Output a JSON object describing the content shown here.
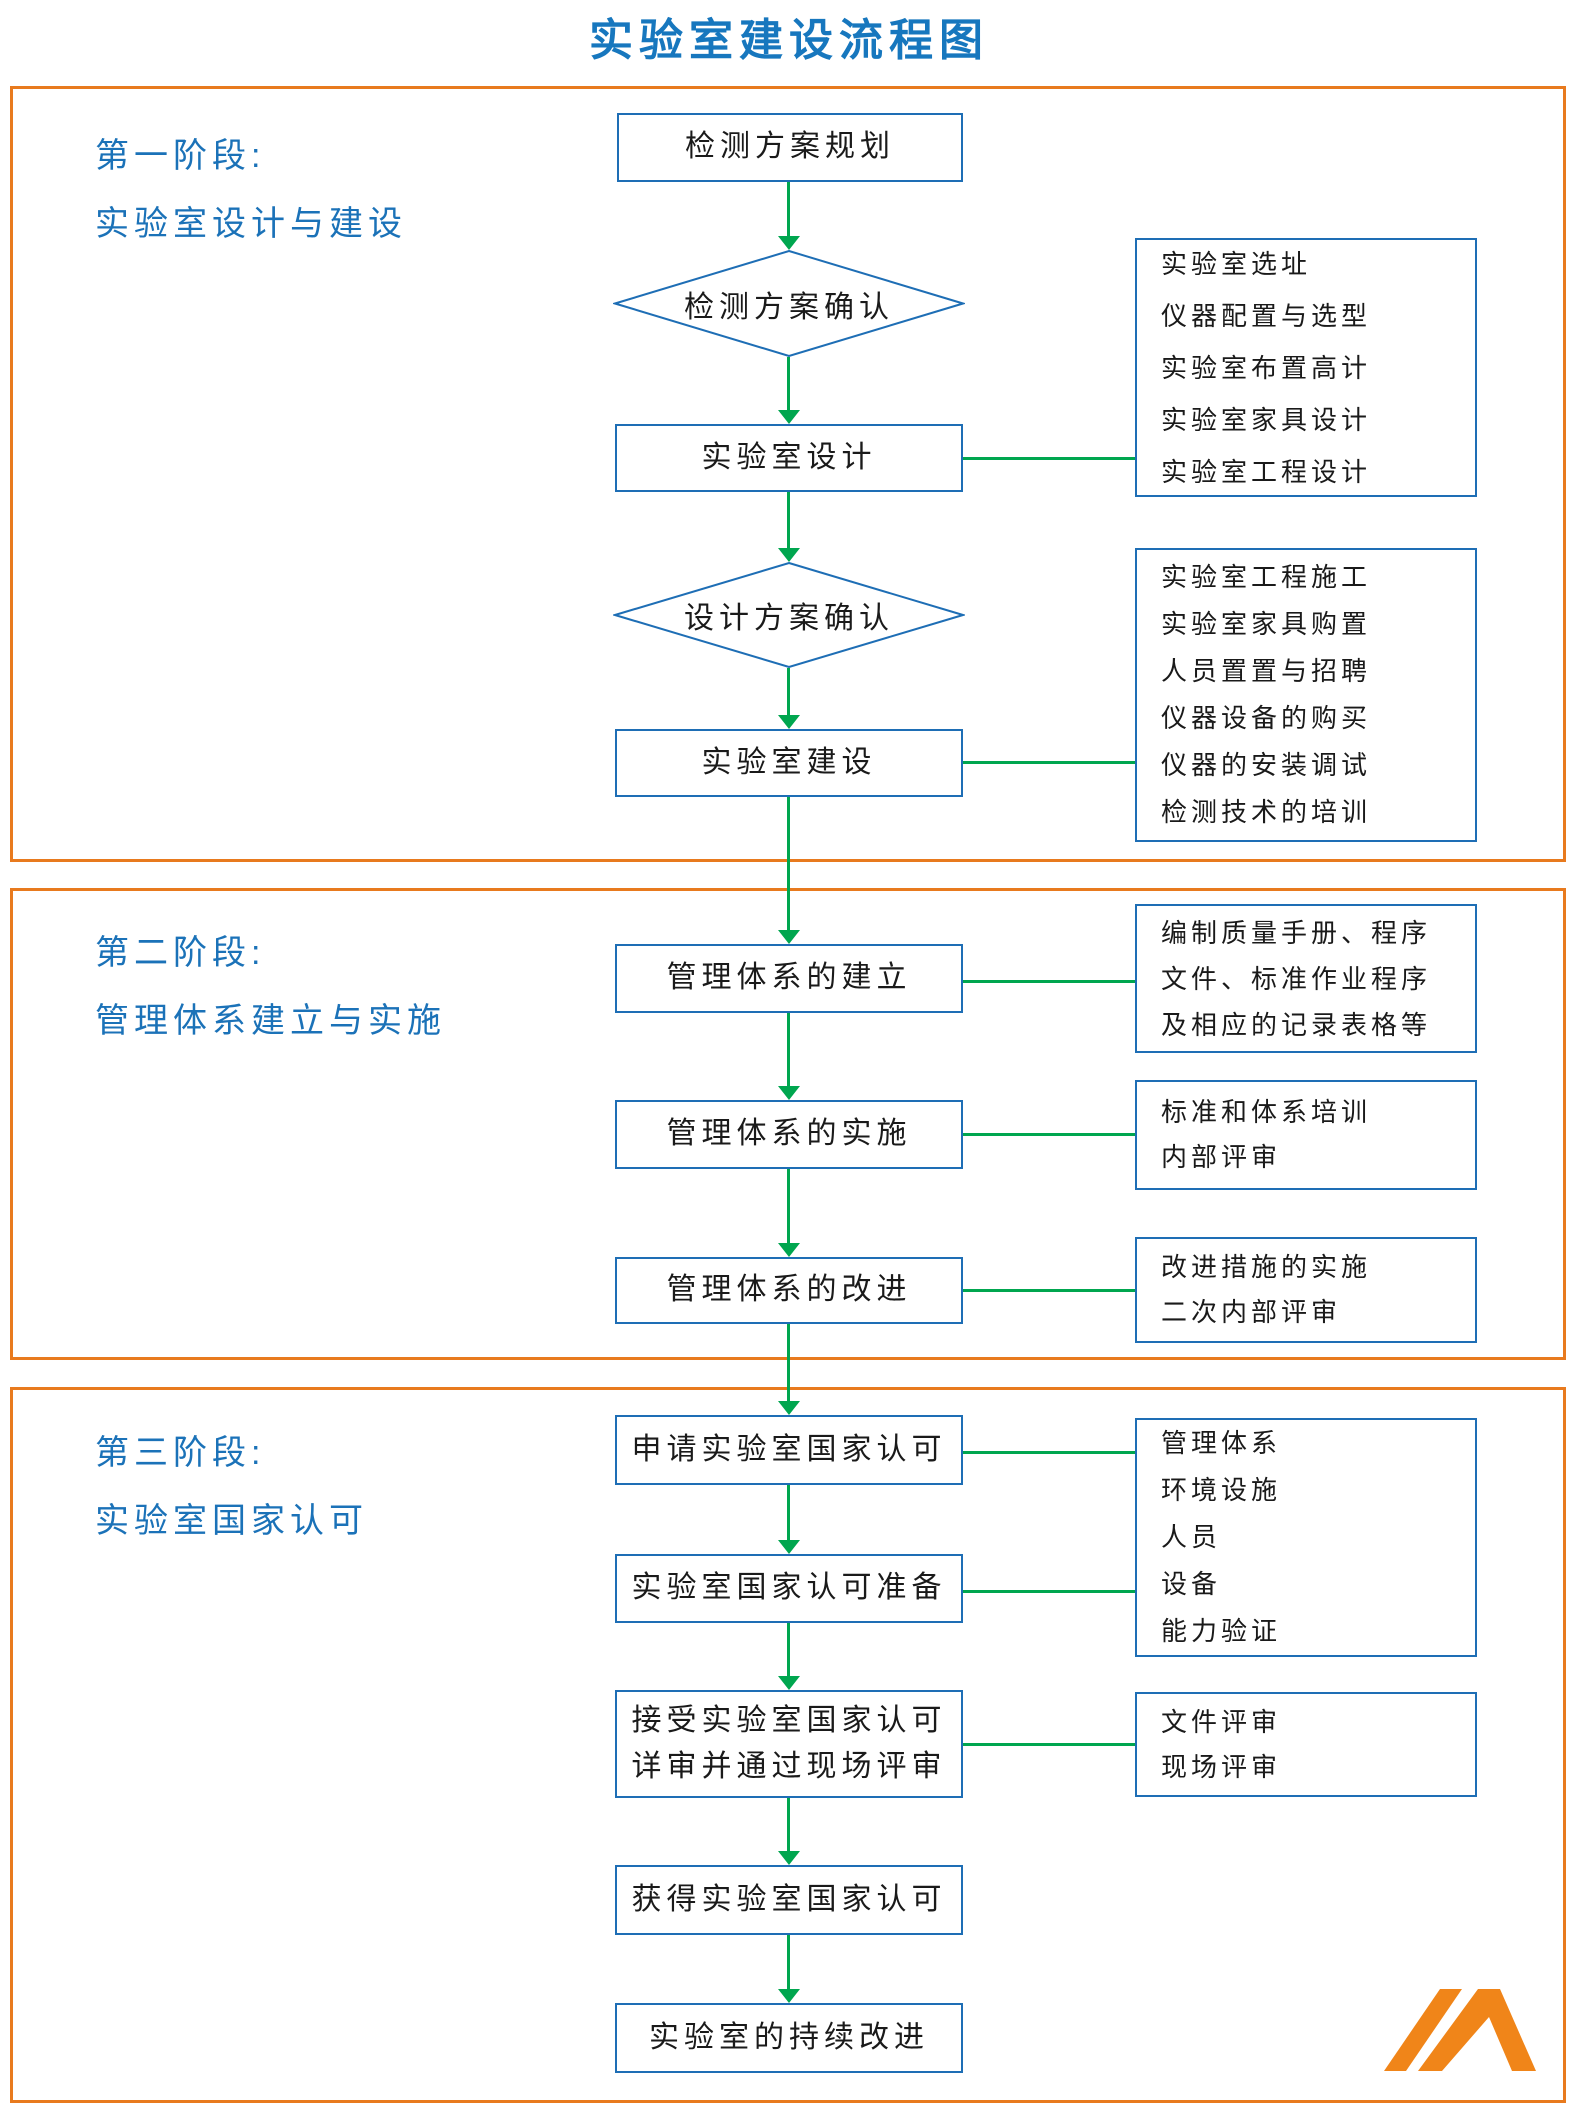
{
  "title": "实验室建设流程图",
  "colors": {
    "panel_border_orange": "#E87A1E",
    "box_border_blue": "#1E6EB5",
    "heading_blue": "#1777BE",
    "stage_label_blue": "#1B72B8",
    "arrow_green": "#00A64F",
    "text_dark": "#1A1A1A",
    "logo_orange": "#F08519"
  },
  "stage1": {
    "label1": "第一阶段:",
    "label2": "实验室设计与建设",
    "node_plan": "检测方案规划",
    "decision_plan_confirm": "检测方案确认",
    "node_design": "实验室设计",
    "decision_design_confirm": "设计方案确认",
    "node_build": "实验室建设",
    "side_design": [
      "实验室选址",
      "仪器配置与选型",
      "实验室布置高计",
      "实验室家具设计",
      "实验室工程设计"
    ],
    "side_build": [
      "实验室工程施工",
      "实验室家具购置",
      "人员置置与招聘",
      "仪器设备的购买",
      "仪器的安装调试",
      "检测技术的培训"
    ]
  },
  "stage2": {
    "label1": "第二阶段:",
    "label2": "管理体系建立与实施",
    "node_establish": "管理体系的建立",
    "node_implement": "管理体系的实施",
    "node_improve": "管理体系的改进",
    "side_establish": [
      "编制质量手册、程序",
      "文件、标准作业程序",
      "及相应的记录表格等"
    ],
    "side_implement": [
      "标准和体系培训",
      "内部评审"
    ],
    "side_improve": [
      "改进措施的实施",
      "二次内部评审"
    ]
  },
  "stage3": {
    "label1": "第三阶段:",
    "label2": "实验室国家认可",
    "node_apply": "申请实验室国家认可",
    "node_prepare": "实验室国家认可准备",
    "node_accept_line1": "接受实验室国家认可",
    "node_accept_line2": "详审并通过现场评审",
    "node_obtain": "获得实验室国家认可",
    "node_continuous_improve": "实验室的持续改进",
    "side_apply": [
      "管理体系",
      "环境设施",
      "人员",
      "设备",
      "能力验证"
    ],
    "side_accept": [
      "文件评审",
      "现场评审"
    ]
  }
}
